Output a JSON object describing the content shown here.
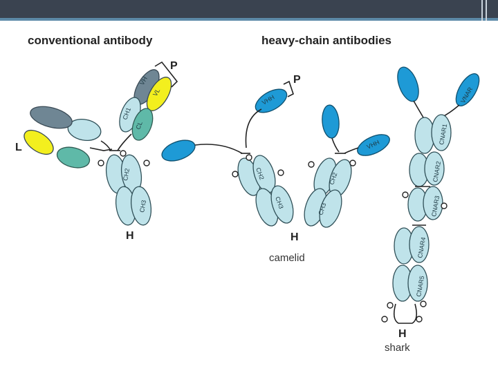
{
  "slide": {
    "colors": {
      "topbar": "#3a4350",
      "accent": "#5d8aa8"
    }
  },
  "diagram": {
    "title_left": "conventional antibody",
    "title_right": "heavy-chain antibodies",
    "labels": {
      "p_conventional": "P",
      "l_conventional": "L",
      "h_conventional": "H",
      "p_camelid": "P",
      "h_camelid": "H",
      "camelid": "camelid",
      "h_shark": "H",
      "shark": "shark"
    },
    "domains": {
      "conventional": {
        "vh": "VH",
        "vl": "VL",
        "ch1": "CH1",
        "cl": "CL",
        "ch2": "CH2",
        "ch3": "CH3"
      },
      "camelid": {
        "vhh": "VHH",
        "ch2": "CH2",
        "ch3": "CH3"
      },
      "shark": {
        "vnar": "VNAR",
        "cnar1": "CNAR1",
        "cnar2": "CNAR2",
        "cnar3": "CNAR3",
        "cnar4": "CNAR4",
        "cnar5": "CNAR5"
      }
    },
    "colors": {
      "constant": "#bfe3ea",
      "variable_heavy": "#6f8694",
      "variable_light": "#f3ef1e",
      "constant_light": "#5fb9a8",
      "single_domain": "#1e9ad6"
    }
  }
}
